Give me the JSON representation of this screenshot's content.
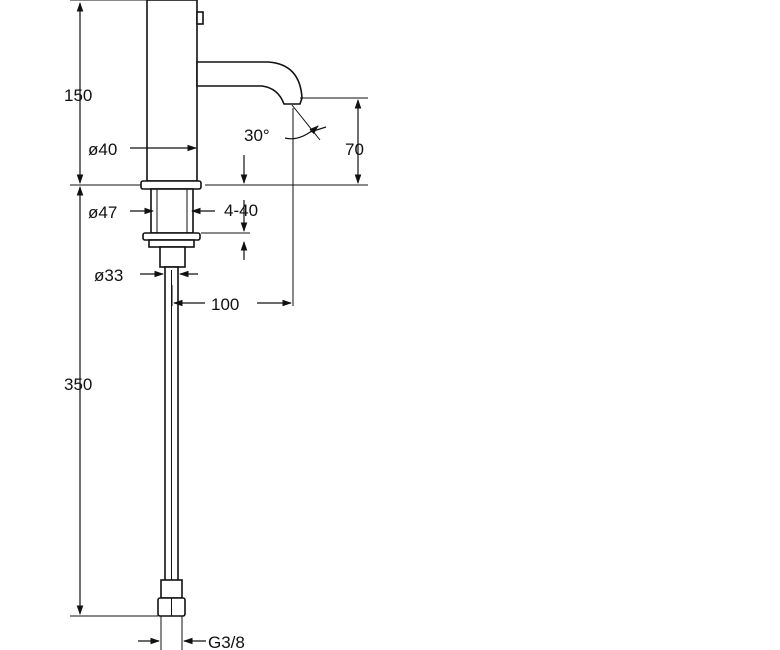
{
  "dimensions": {
    "height_upper": "150",
    "height_lower": "350",
    "diameter_body": "ø40",
    "diameter_base": "ø47",
    "diameter_shank": "ø33",
    "spout_height": "70",
    "spout_angle": "30°",
    "clamp_range": "4-40",
    "spout_reach": "100",
    "thread": "G3/8"
  }
}
